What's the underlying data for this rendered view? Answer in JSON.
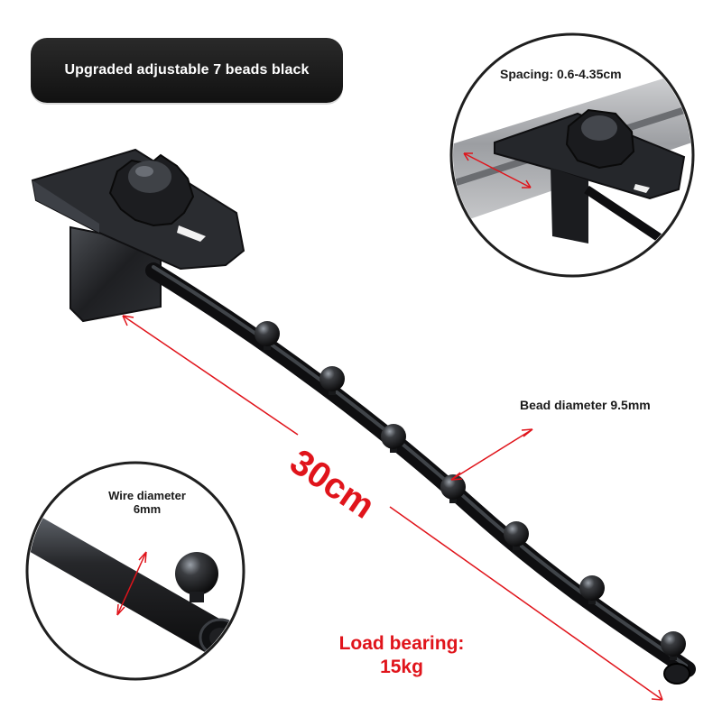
{
  "title": "Upgraded adjustable 7 beads black",
  "callouts": {
    "spacing": "Spacing: 0.6-4.35cm",
    "bead_diameter": "Bead diameter 9.5mm",
    "wire_diameter_line1": "Wire diameter",
    "wire_diameter_line2": "6mm",
    "length": "30cm",
    "load_line1": "Load bearing:",
    "load_line2": "15kg"
  },
  "product": {
    "name": "waterfall display hook with adjustable clamp",
    "bead_count": 7,
    "color": "black"
  },
  "colors": {
    "metal": "#1b1b1d",
    "highlight": "#7a7f86",
    "dimension_red": "#e0141b",
    "label_dark": "#1a1a1a"
  }
}
